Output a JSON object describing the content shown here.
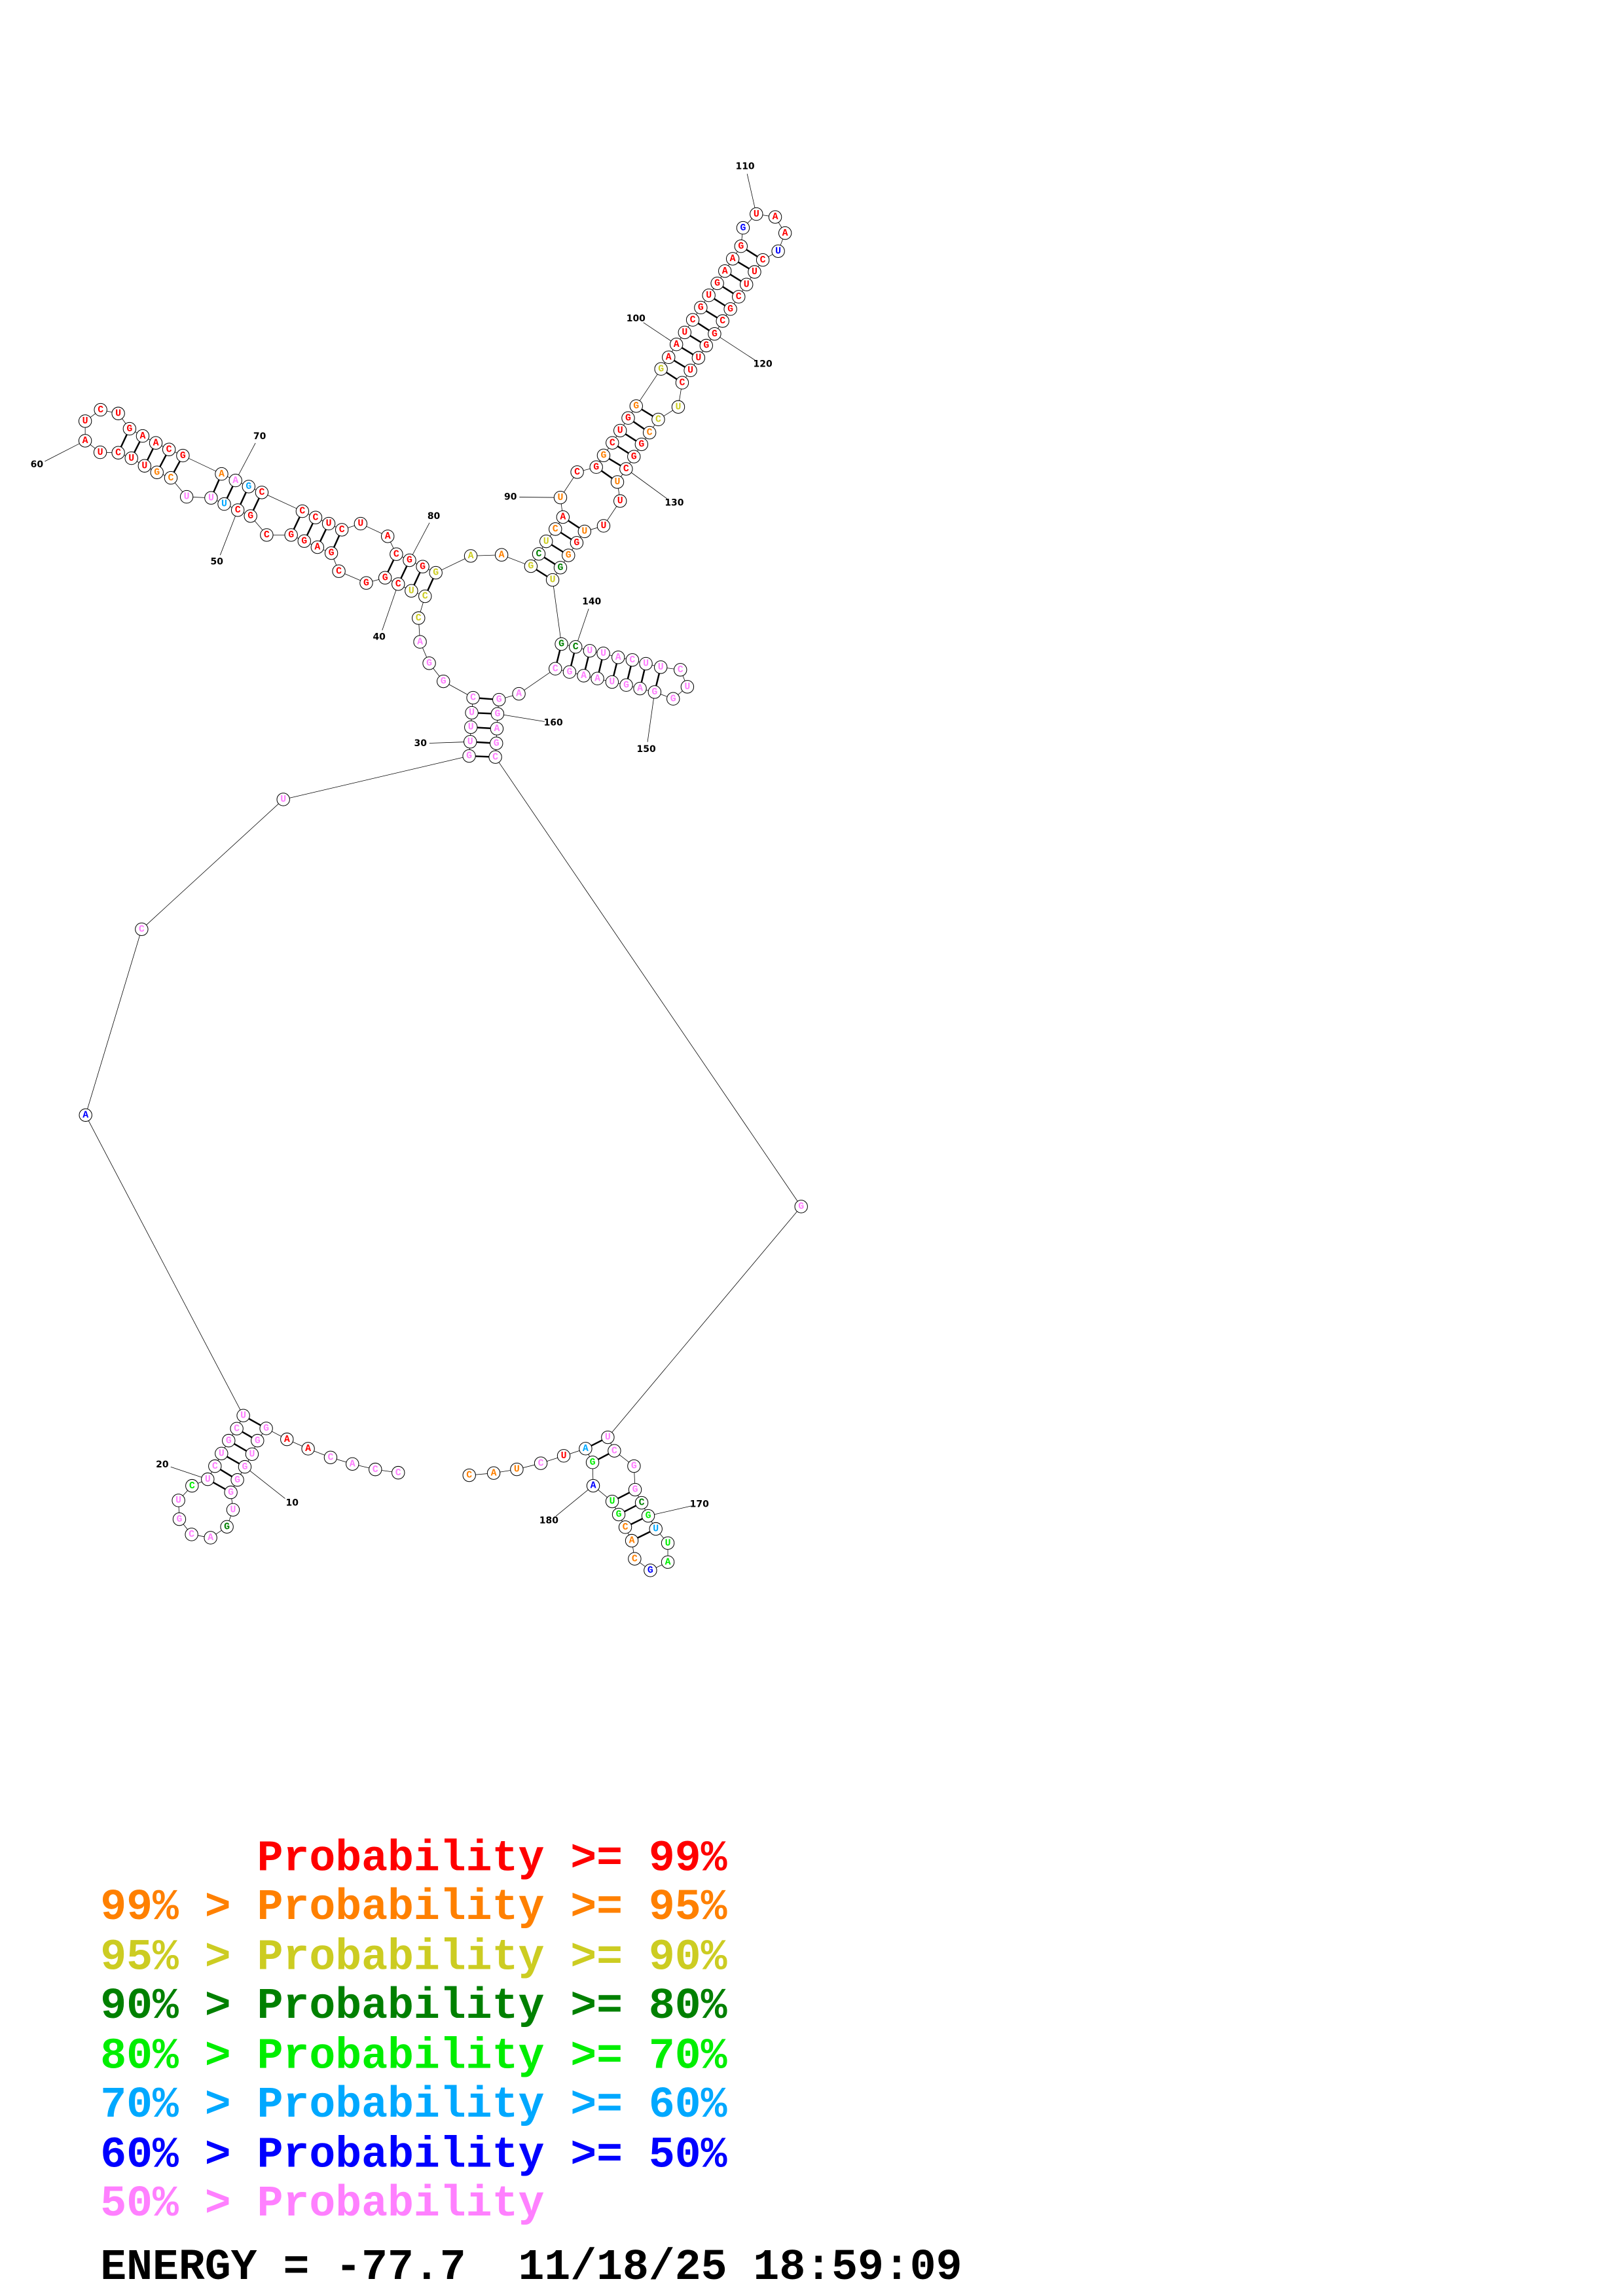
{
  "structure": {
    "sequence": [
      "C",
      "C",
      "A",
      "C",
      "A",
      "A",
      "G",
      "G",
      "U",
      "G",
      "G",
      "G",
      "U",
      "G",
      "A",
      "C",
      "G",
      "U",
      "C",
      "U",
      "C",
      "U",
      "G",
      "C",
      "U",
      "A",
      "C",
      "U",
      "G",
      "U",
      "U",
      "U",
      "C",
      "G",
      "G",
      "A",
      "C",
      "C",
      "U",
      "C",
      "G",
      "G",
      "C",
      "G",
      "A",
      "G",
      "G",
      "C",
      "G",
      "C",
      "U",
      "U",
      "U",
      "C",
      "G",
      "U",
      "U",
      "C",
      "U",
      "A",
      "U",
      "C",
      "U",
      "G",
      "A",
      "A",
      "C",
      "G",
      "A",
      "A",
      "G",
      "C",
      "C",
      "C",
      "U",
      "C",
      "U",
      "A",
      "C",
      "G",
      "G",
      "G",
      "A",
      "A",
      "G",
      "C",
      "U",
      "C",
      "A",
      "U",
      "C",
      "G",
      "G",
      "C",
      "U",
      "G",
      "G",
      "G",
      "A",
      "A",
      "U",
      "C",
      "G",
      "U",
      "G",
      "A",
      "A",
      "G",
      "G",
      "U",
      "A",
      "A",
      "U",
      "C",
      "U",
      "U",
      "C",
      "G",
      "C",
      "G",
      "G",
      "U",
      "U",
      "C",
      "U",
      "C",
      "C",
      "G",
      "G",
      "C",
      "U",
      "U",
      "U",
      "U",
      "G",
      "G",
      "G",
      "U",
      "G",
      "C",
      "U",
      "U",
      "A",
      "C",
      "U",
      "U",
      "C",
      "U",
      "G",
      "G",
      "A",
      "G",
      "U",
      "A",
      "A",
      "G",
      "C",
      "A",
      "G",
      "G",
      "A",
      "G",
      "C",
      "G",
      "U",
      "C",
      "G",
      "G",
      "C",
      "G",
      "U",
      "U",
      "A",
      "G",
      "C",
      "A",
      "C",
      "G",
      "U",
      "A",
      "G",
      "A",
      "U",
      "C",
      "U",
      "A",
      "C"
    ],
    "probability_class": "pppprrpppppppgpppplppppppbppppppppppyyyrrrrrrrrrrrcppoorrrrrrrrrrrrropcrrrrrrrrrryyoygyororrorrroyrrrrrrrrrrbrrrbrrrrrrrrrrryyorrrorrorogyggppppppppppppppppppppppppppppglcllbooollblcrpooooo",
    "pairs": [
      [
        7,
        25
      ],
      [
        8,
        24
      ],
      [
        9,
        23
      ],
      [
        10,
        22
      ],
      [
        11,
        21
      ],
      [
        12,
        20
      ],
      [
        29,
        163
      ],
      [
        30,
        162
      ],
      [
        31,
        161
      ],
      [
        32,
        160
      ],
      [
        33,
        159
      ],
      [
        38,
        82
      ],
      [
        39,
        81
      ],
      [
        40,
        80
      ],
      [
        41,
        79
      ],
      [
        44,
        76
      ],
      [
        45,
        75
      ],
      [
        46,
        74
      ],
      [
        47,
        73
      ],
      [
        49,
        72
      ],
      [
        50,
        71
      ],
      [
        51,
        70
      ],
      [
        52,
        69
      ],
      [
        54,
        68
      ],
      [
        55,
        67
      ],
      [
        56,
        66
      ],
      [
        57,
        65
      ],
      [
        58,
        64
      ],
      [
        85,
        138
      ],
      [
        86,
        137
      ],
      [
        87,
        136
      ],
      [
        88,
        135
      ],
      [
        89,
        134
      ],
      [
        92,
        131
      ],
      [
        93,
        130
      ],
      [
        94,
        129
      ],
      [
        95,
        128
      ],
      [
        96,
        127
      ],
      [
        97,
        126
      ],
      [
        98,
        124
      ],
      [
        99,
        123
      ],
      [
        100,
        122
      ],
      [
        101,
        121
      ],
      [
        102,
        120
      ],
      [
        103,
        119
      ],
      [
        104,
        118
      ],
      [
        105,
        117
      ],
      [
        106,
        116
      ],
      [
        107,
        115
      ],
      [
        108,
        114
      ],
      [
        139,
        157
      ],
      [
        140,
        156
      ],
      [
        141,
        155
      ],
      [
        142,
        154
      ],
      [
        143,
        153
      ],
      [
        144,
        152
      ],
      [
        145,
        151
      ],
      [
        146,
        150
      ],
      [
        165,
        182
      ],
      [
        166,
        181
      ],
      [
        168,
        179
      ],
      [
        169,
        178
      ],
      [
        170,
        177
      ],
      [
        171,
        176
      ]
    ],
    "position_labels": [
      "10",
      "20",
      "30",
      "40",
      "50",
      "60",
      "70",
      "80",
      "90",
      "100",
      "110",
      "120",
      "130",
      "140",
      "150",
      "160",
      "170",
      "180"
    ]
  },
  "colors": {
    "r": "#ff0000",
    "o": "#ff8000",
    "y": "#cccc22",
    "g": "#008000",
    "l": "#00ee00",
    "c": "#00a8ff",
    "b": "#0000ff",
    "p": "#ff80ff"
  },
  "legend": [
    {
      "text": "      Probability >= 99%",
      "color": "#ff0000"
    },
    {
      "text": "99% > Probability >= 95%",
      "color": "#ff8000"
    },
    {
      "text": "95% > Probability >= 90%",
      "color": "#cccc22"
    },
    {
      "text": "90% > Probability >= 80%",
      "color": "#008000"
    },
    {
      "text": "80% > Probability >= 70%",
      "color": "#00ee00"
    },
    {
      "text": "70% > Probability >= 60%",
      "color": "#00a8ff"
    },
    {
      "text": "60% > Probability >= 50%",
      "color": "#0000ff"
    },
    {
      "text": "50% > Probability",
      "color": "#ff80ff"
    }
  ],
  "footer": {
    "energy_line": "ENERGY = -77.7  11/18/25 18:59:09"
  }
}
